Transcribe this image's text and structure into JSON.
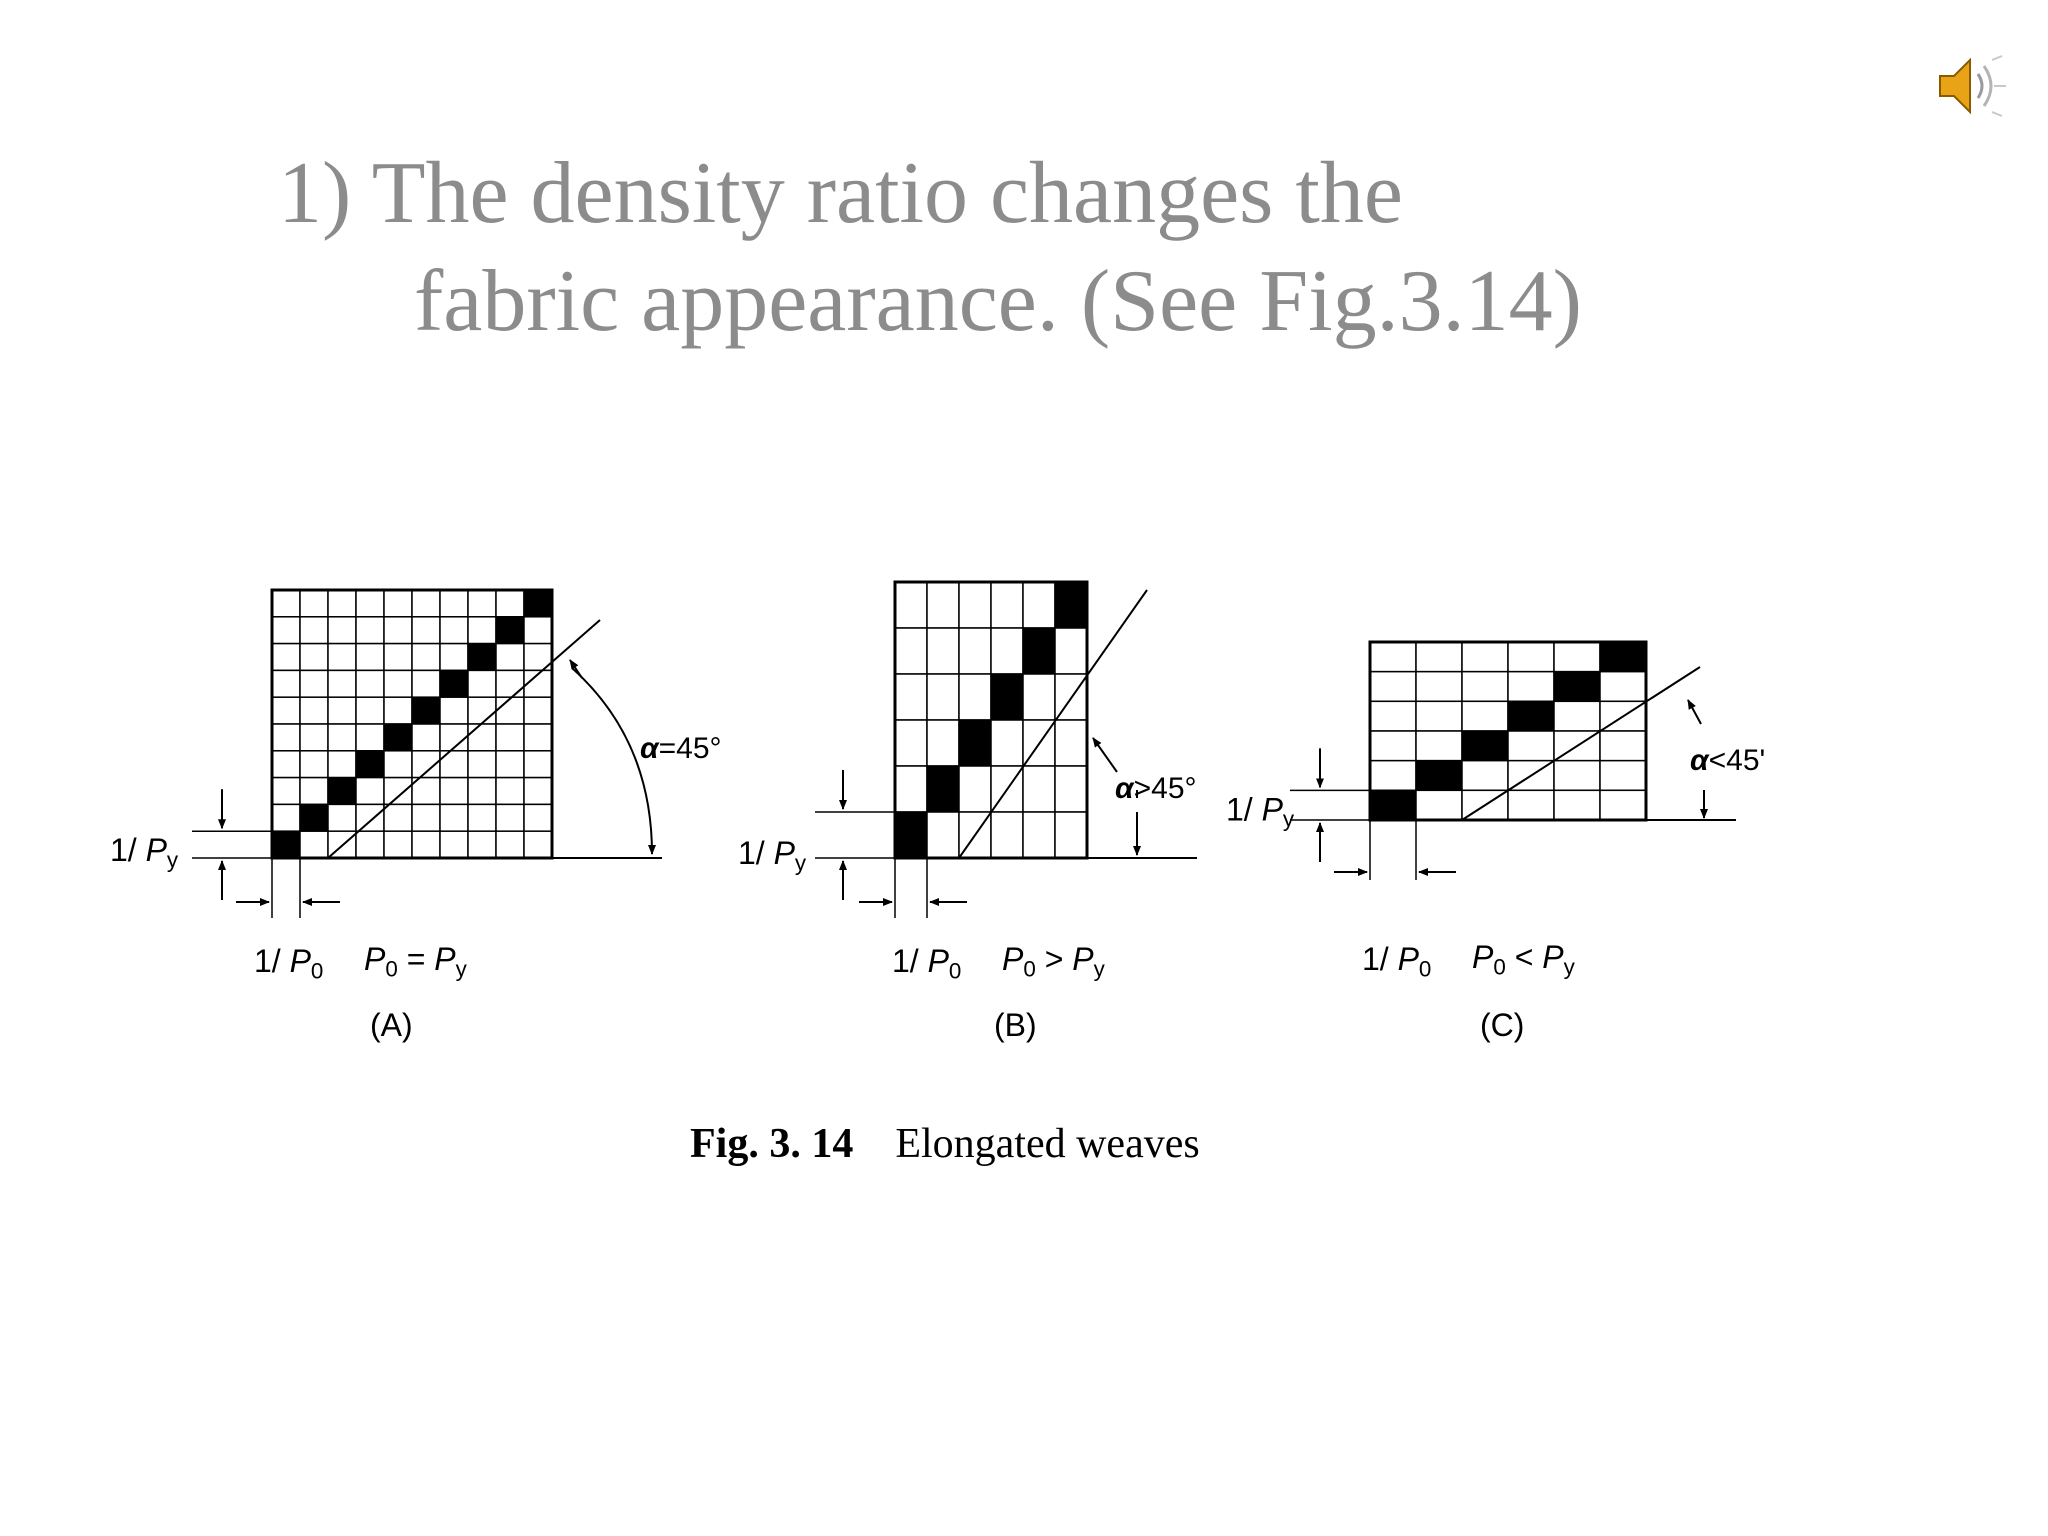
{
  "title": {
    "line1": "1) The density ratio changes the",
    "line2": "fabric appearance. (See Fig.3.14)",
    "color": "#8c8c8c"
  },
  "speaker_icon": {
    "name": "speaker-icon",
    "color": "#e8a317"
  },
  "figure": {
    "caption_label": "Fig. 3. 14",
    "caption_text": "Elongated weaves",
    "panels": [
      {
        "id": "A",
        "label": "(A)",
        "cols": 10,
        "rows": 10,
        "angle": "=45°",
        "relation": "=",
        "py_label": "1/ Py",
        "p0_label": "1/ P0"
      },
      {
        "id": "B",
        "label": "(B)",
        "cols": 6,
        "rows": 6,
        "angle": ">45°",
        "relation": ">",
        "py_label": "1/ Py",
        "p0_label": "1/ P0"
      },
      {
        "id": "C",
        "label": "(C)",
        "cols": 6,
        "rows": 6,
        "angle": "<45'",
        "relation": "<",
        "py_label": "1/ Py",
        "p0_label": "1/ P0"
      }
    ]
  }
}
